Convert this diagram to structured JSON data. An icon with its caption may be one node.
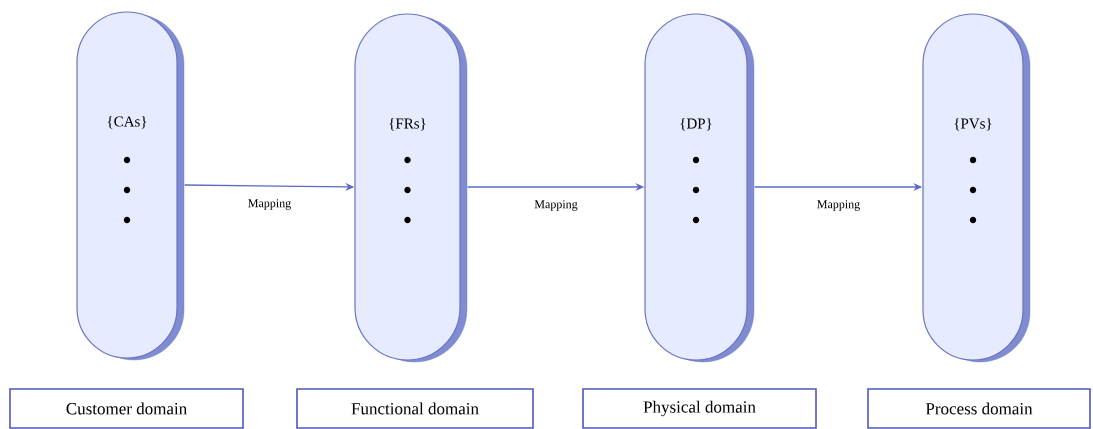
{
  "diagram": {
    "nodes": [
      {
        "text": [
          "{CAs}"
        ]
      },
      {
        "text": [
          "{FRs}"
        ]
      },
      {
        "text": [
          "{DP}"
        ]
      },
      {
        "text": [
          "{PVs}"
        ]
      },
      {
        "text": [
          "Customer domain"
        ]
      },
      {
        "text": [
          "Functional domain"
        ]
      },
      {
        "text": [
          "Physical domain"
        ]
      },
      {
        "text": [
          "Process domain"
        ]
      }
    ],
    "edges": [
      {
        "from": 0,
        "to": 1,
        "arrow": "to",
        "label": "Mapping"
      },
      {
        "from": 1,
        "to": 2,
        "arrow": "to",
        "label": "Mapping"
      },
      {
        "from": 2,
        "to": 3,
        "arrow": "to",
        "label": "Mapping"
      }
    ]
  }
}
